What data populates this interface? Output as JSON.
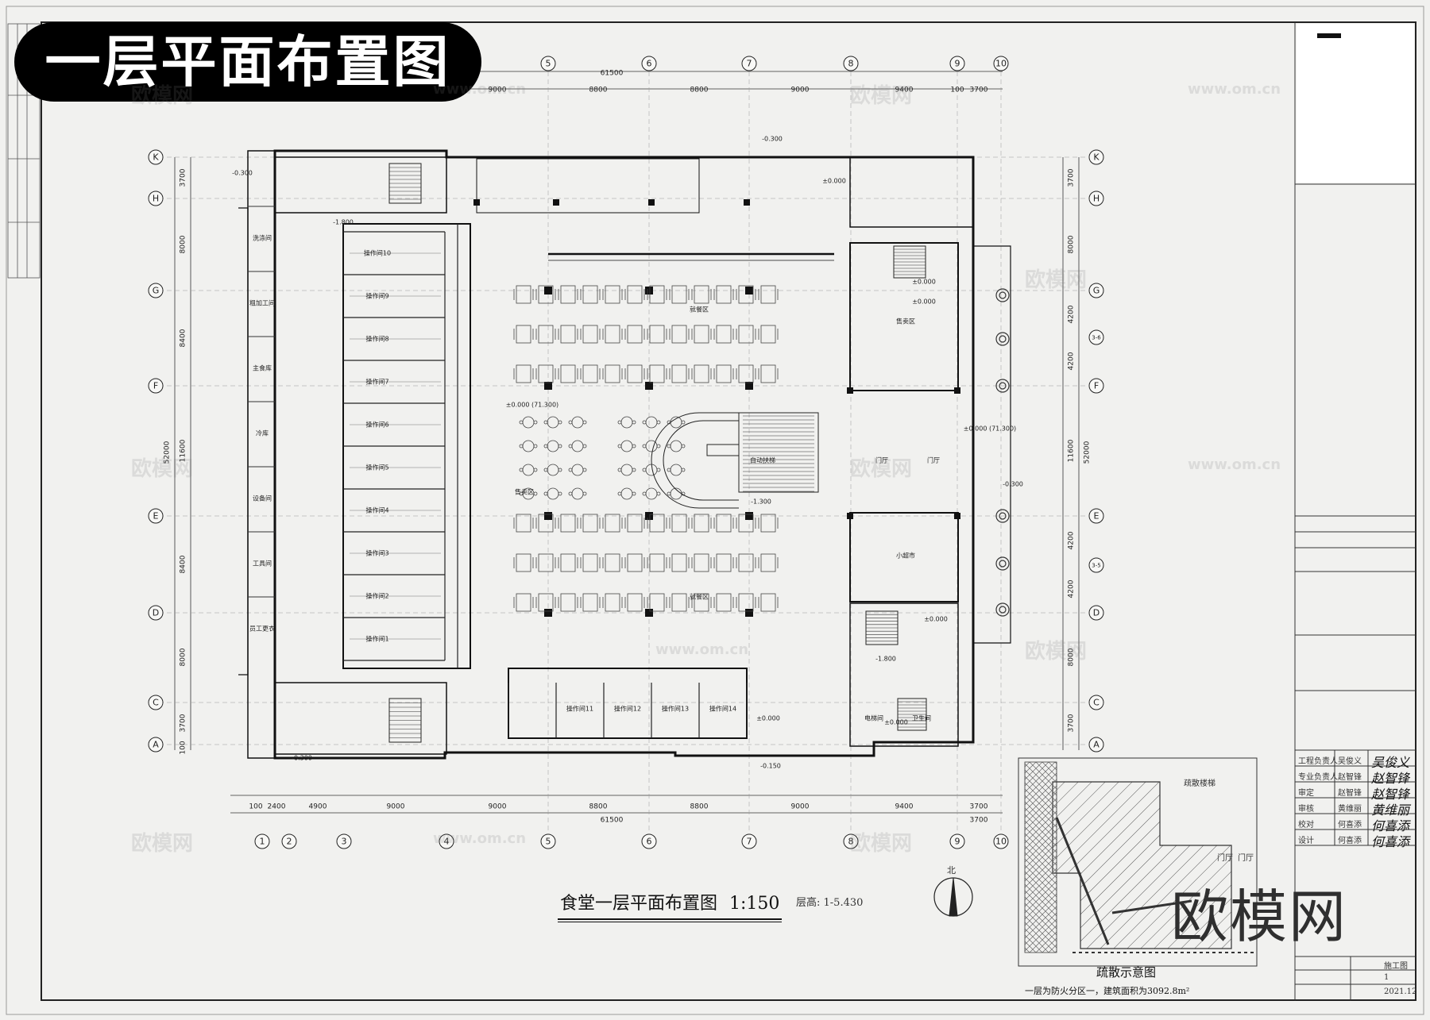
{
  "badge": {
    "text": "一层平面布置图"
  },
  "drawing": {
    "title": "食堂一层平面布置图",
    "scale": "1:150",
    "floor_elevation": "层高: 1-5.430",
    "north_label": "北"
  },
  "watermarks": {
    "site": "www.om.cn",
    "brand": "欧模网"
  },
  "grid": {
    "top_labels": [
      "5",
      "6",
      "7",
      "8",
      "9",
      "10"
    ],
    "top_overall": "61500",
    "top_dims": [
      "9000",
      "8800",
      "8800",
      "9000",
      "9400",
      "100",
      "3700"
    ],
    "bottom_labels": [
      "1",
      "2",
      "3",
      "4",
      "5",
      "6",
      "7",
      "8",
      "9",
      "10"
    ],
    "bottom_dims": [
      "100",
      "2400",
      "4900",
      "9000",
      "9000",
      "8800",
      "8800",
      "9000",
      "9400",
      "3700"
    ],
    "bottom_overall": "61500",
    "bottom_right_dim": "3700",
    "left_labels": [
      "K",
      "H",
      "G",
      "F",
      "E",
      "D",
      "C",
      "A"
    ],
    "right_labels": [
      "K",
      "H",
      "G",
      "3-6",
      "F",
      "E",
      "3-5",
      "D",
      "C",
      "A"
    ],
    "left_dims": [
      "3700",
      "8000",
      "8400",
      "11600",
      "8400",
      "8000",
      "3700",
      "100"
    ],
    "left_overall": "52000",
    "right_dims": [
      "3700",
      "8000",
      "4200",
      "4200",
      "11600",
      "4200",
      "4200",
      "8000",
      "3700"
    ],
    "right_overall": "52000"
  },
  "rooms": {
    "left_column": [
      "洗涤间",
      "粗加工间",
      "主食库",
      "冷库",
      "设备间",
      "工具间",
      "员工更衣"
    ],
    "kitchens": [
      "操作间1",
      "操作间2",
      "操作间3",
      "操作间4",
      "操作间5",
      "操作间6",
      "操作间7",
      "操作间8",
      "操作间9",
      "操作间10"
    ],
    "bottom_kitchens": [
      "操作间11",
      "操作间12",
      "操作间13",
      "操作间14"
    ],
    "right_column": [
      "售卖区",
      "小超市",
      "门厅",
      "门厅",
      "电梯间",
      "卫生间"
    ],
    "center": [
      "自动扶梯",
      "售卖区",
      "就餐区"
    ]
  },
  "levels": {
    "zero": "±0.000",
    "main": "±0.000 (71.300)",
    "m030": "-0.300",
    "m015": "-0.150",
    "m180": "-1.800",
    "m130": "-1.300"
  },
  "evacuation": {
    "title": "疏散示意图",
    "note": "一层为防火分区一，建筑面积为3092.8m²",
    "labels": [
      "门厅",
      "门厅",
      "疏散楼梯"
    ]
  },
  "title_block": {
    "rows": [
      "工程负责人",
      "专业负责人",
      "审定",
      "审核",
      "校对",
      "设计"
    ],
    "names": [
      "吴俊义",
      "赵智锋",
      "赵智锋",
      "黄维丽",
      "何喜添",
      "何喜添"
    ],
    "sheet_label": "施工图",
    "sheet_no": "1",
    "date": "2021.12"
  }
}
